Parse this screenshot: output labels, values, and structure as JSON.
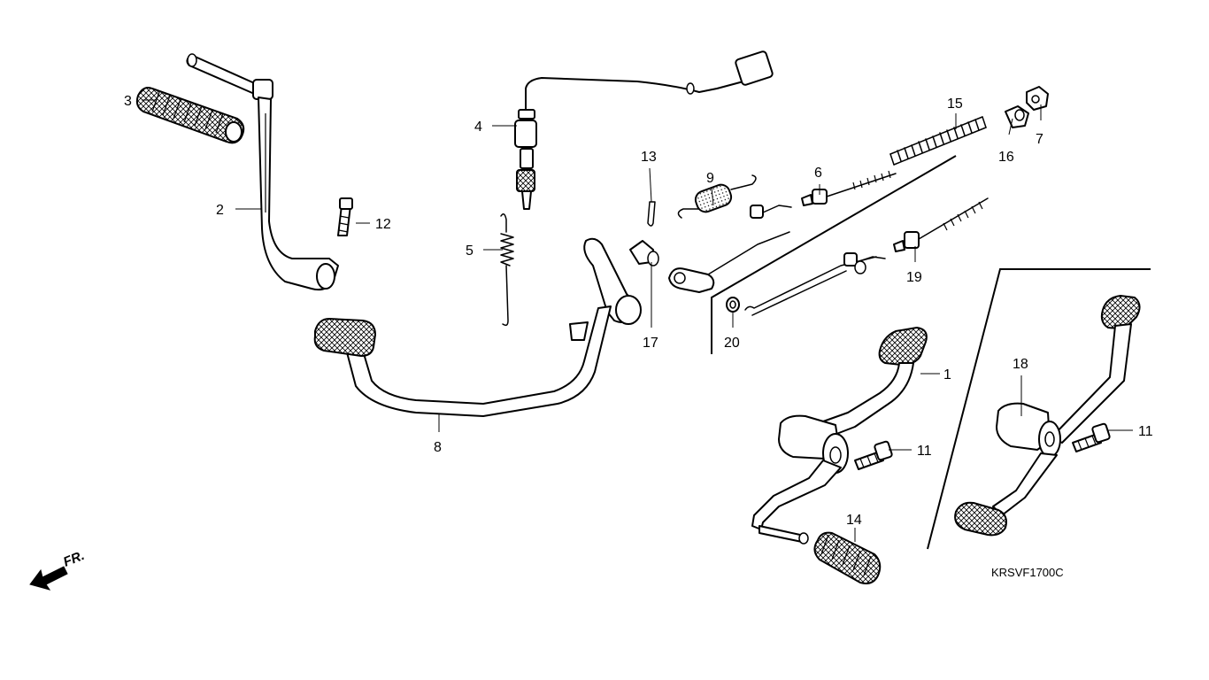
{
  "diagram": {
    "drawing_code": "KRSVF1700C",
    "front_indicator": "FR.",
    "callouts": {
      "c1": "1",
      "c2": "2",
      "c3": "3",
      "c4": "4",
      "c5": "5",
      "c6": "6",
      "c7": "7",
      "c8": "8",
      "c9": "9",
      "c11a": "11",
      "c11b": "11",
      "c12": "12",
      "c13": "13",
      "c14": "14",
      "c15": "15",
      "c16": "16",
      "c17": "17",
      "c18": "18",
      "c19": "19",
      "c20": "20"
    }
  }
}
